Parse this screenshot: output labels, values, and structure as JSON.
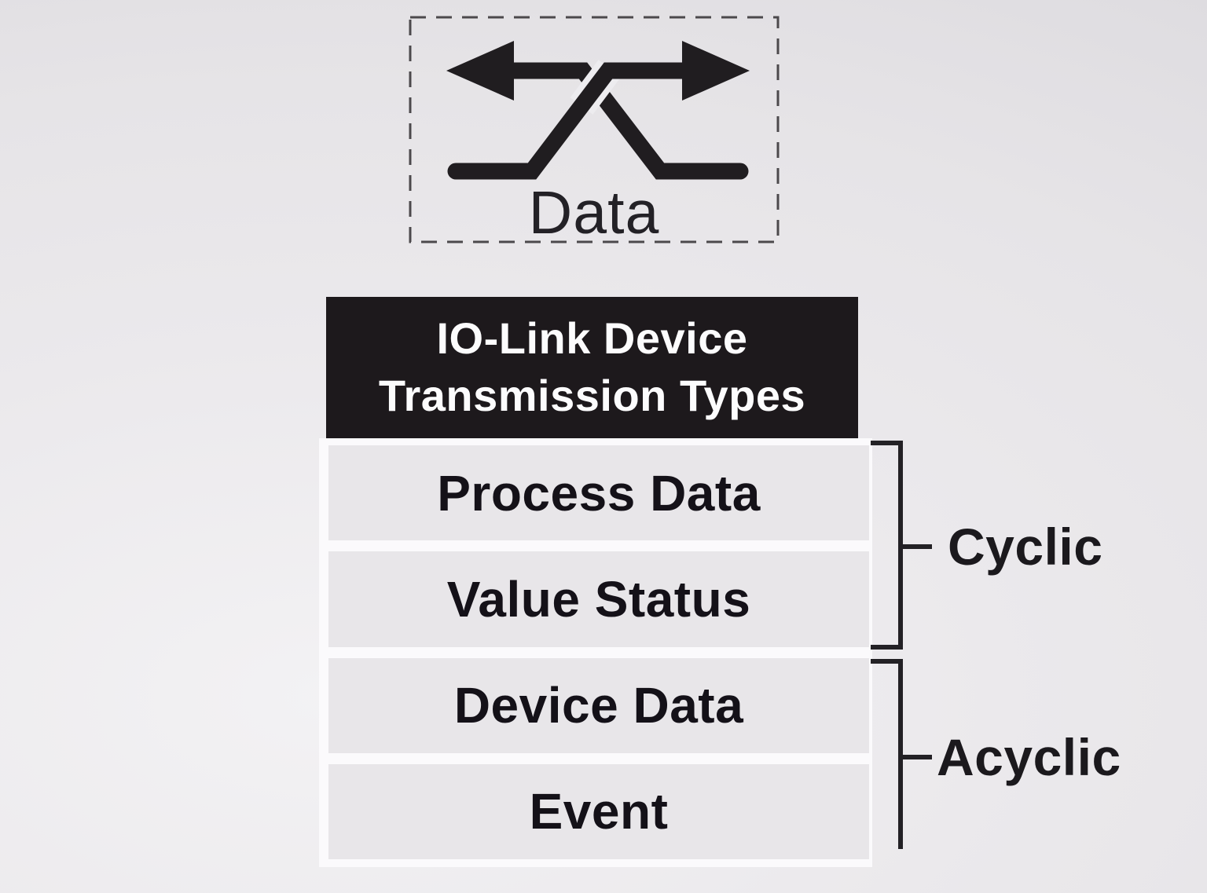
{
  "diagram": {
    "data_symbol": {
      "label": "Data",
      "icon": "bidirectional-crossed-arrows-icon"
    },
    "header": {
      "line1": "IO-Link Device",
      "line2": "Transmission Types"
    },
    "rows": [
      {
        "label": "Process Data"
      },
      {
        "label": "Value Status"
      },
      {
        "label": "Device Data"
      },
      {
        "label": "Event"
      }
    ],
    "groups": [
      {
        "label": "Cyclic",
        "covers": [
          "Process Data",
          "Value Status"
        ]
      },
      {
        "label": "Acyclic",
        "covers": [
          "Device Data",
          "Event"
        ]
      }
    ],
    "colors": {
      "background": "#e9e7ea",
      "header_bg": "#1d191c",
      "header_text": "#fcfcfd",
      "row_bg": "#e8e6e9",
      "row_panel_bg": "#fbfafc",
      "row_text": "#141118",
      "bracket": "#232125",
      "icon": "#201d20",
      "dashed_border": "#4c494c"
    }
  }
}
